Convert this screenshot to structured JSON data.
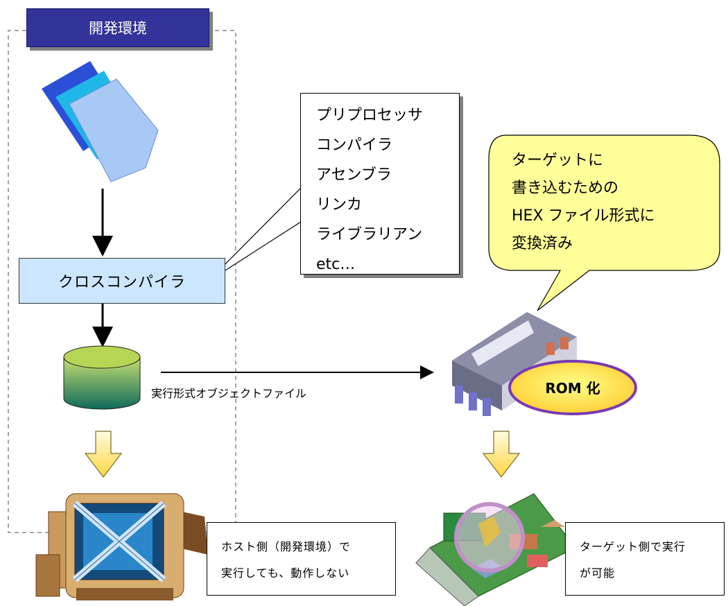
{
  "env_label": "開発環境",
  "cross_compiler_label": "クロスコンパイラ",
  "tools": [
    "プリプロセッサ",
    "コンパイラ",
    "アセンブラ",
    "リンカ",
    "ライブラリアン",
    "etc…"
  ],
  "target_bubble_lines": [
    "ターゲットに",
    "書き込むための",
    "HEX ファイル形式に",
    "変換済み"
  ],
  "arrow_label": "実行形式オブジェクトファイル",
  "rom_label": "ROM 化",
  "host_note": [
    "ホスト側（開発環境）で",
    "実行しても、動作しない"
  ],
  "target_note": [
    "ターゲット側で実行",
    "が可能"
  ],
  "colors": {
    "env_box": "#333399",
    "cross_compiler": "#cce6ff",
    "callout": "#ffff99",
    "arrow_down": "#ffe45c"
  }
}
